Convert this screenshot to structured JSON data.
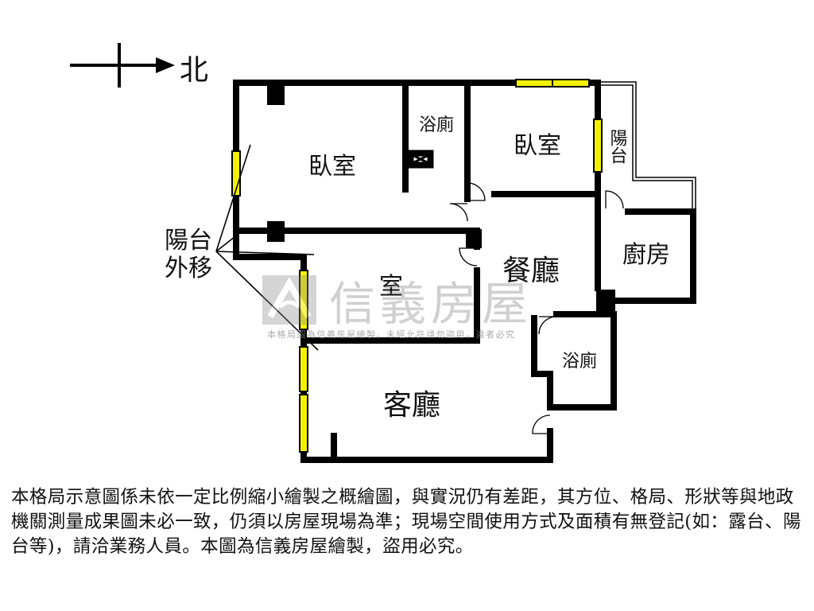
{
  "compass": {
    "north_label": "北"
  },
  "rooms": {
    "bedroom_1": "臥室",
    "bath_1": "浴廁",
    "bedroom_2": "臥室",
    "balcony": "陽台",
    "balcony_moved_line1": "陽台",
    "balcony_moved_line2": "外移",
    "room": "室",
    "dining": "餐廳",
    "kitchen": "廚房",
    "bath_2": "浴廁",
    "living": "客廳"
  },
  "watermark": {
    "brand": "信義房屋",
    "note": "本格局圖為信義房屋繪製，未經允許請勿盜用，違者必究"
  },
  "colors": {
    "wall": "#000000",
    "window": "#f2f200",
    "watermark": "#7a7a7a"
  },
  "disclaimer": "本格局示意圖係未依一定比例縮小繪製之概繪圖，與實況仍有差距，其方位、格局、形狀等與地政機關測量成果圖未必一致，仍須以房屋現場為準；現場空間使用方式及面積有無登記(如：露台、陽台等)，請洽業務人員。本圖為信義房屋繪製，盜用必究。"
}
